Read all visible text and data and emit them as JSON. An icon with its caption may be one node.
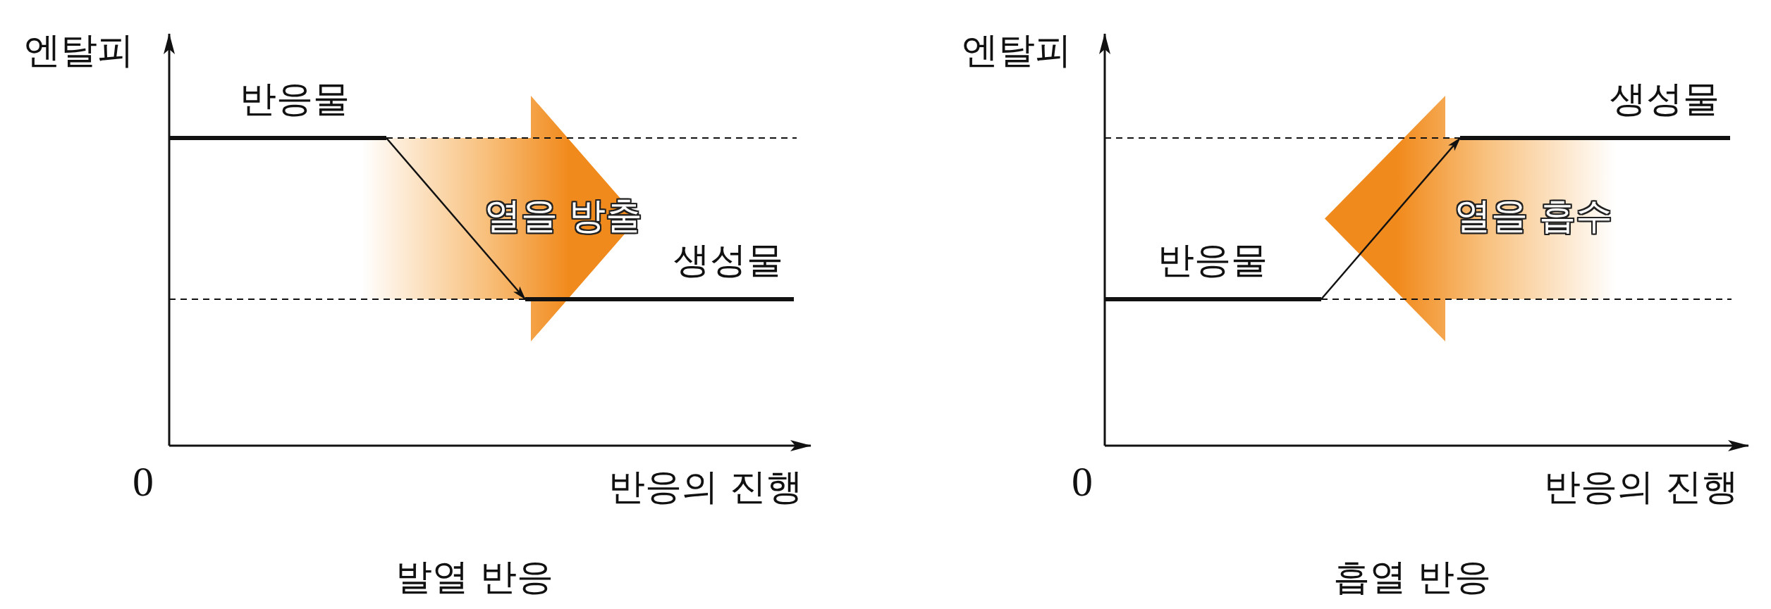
{
  "diagram": {
    "nodes": [
      {
        "text": [
          "반응물"
        ]
      },
      {
        "text": [
          "생성물"
        ]
      },
      {
        "text": [
          "반응물"
        ]
      },
      {
        "text": [
          "생성물"
        ]
      }
    ],
    "edges": [
      {
        "from": 0,
        "to": 1,
        "arrow": "to"
      },
      {
        "from": 0,
        "to": 1,
        "arrow": "to",
        "label": "열을 방출",
        "style": "thick",
        "color": "#f18a1c"
      },
      {
        "from": 2,
        "to": 3,
        "arrow": "to"
      },
      {
        "from": 3,
        "to": 2,
        "arrow": "to",
        "label": "열을 흡수",
        "style": "thick",
        "color": "#f18a1c"
      }
    ],
    "labels": [
      "엔탈피",
      "0",
      "반응의 진행",
      "발열 반응",
      "엔탈피",
      "0",
      "반응의 진행",
      "흡열 반응"
    ]
  }
}
